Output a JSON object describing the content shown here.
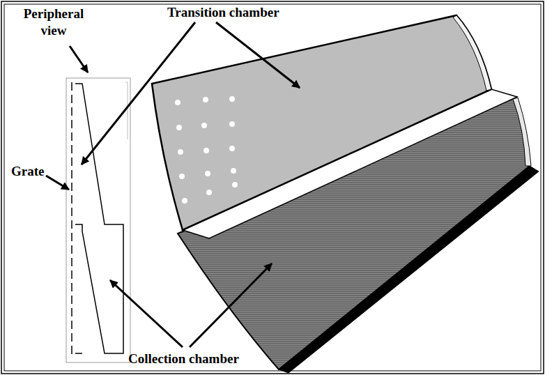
{
  "diagram": {
    "labels": [
      "Peripheral view",
      "Transition chamber",
      "Grate",
      "Collection chamber"
    ]
  }
}
